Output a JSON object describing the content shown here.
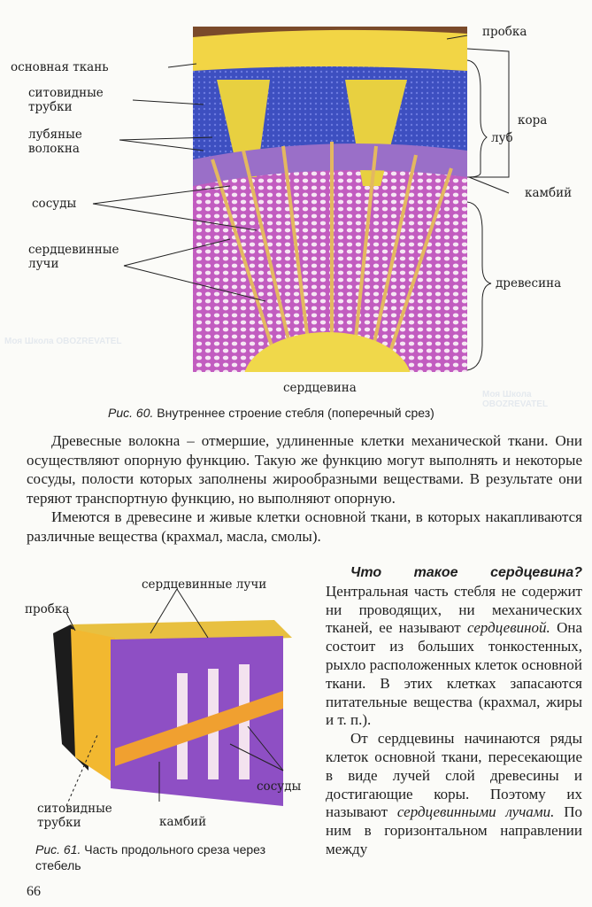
{
  "figure60": {
    "labels": {
      "probka": "пробка",
      "osnovnaya": "основная ткань",
      "sitovidnye": "ситовидные трубки",
      "lubyanye": "лубяные волокна",
      "kora": "кора",
      "lub": "луб",
      "kambiy": "камбий",
      "sosudy": "сосуды",
      "luchi": "сердцевинные лучи",
      "drevesina": "древесина",
      "serdtsevina": "сердцевина"
    },
    "caption_num": "Рис. 60.",
    "caption": " Внутреннее строение стебля (поперечный срез)"
  },
  "paragraphs": [
    "Древесные волокна – отмершие, удлиненные клетки механической ткани. Они осуществляют опорную функцию. Такую же функцию могут выполнять и некоторые сосуды, полости которых заполнены жирообразными веществами. В результате они теряют транспортную функцию, но выполняют опорную.",
    "Имеются в древесине и живые клетки основной ткани, в которых накапливаются различные вещества (крахмал, масла, смолы)."
  ],
  "figure61": {
    "labels": {
      "luchi": "сердцевинные лучи",
      "probka": "пробка",
      "sosudy": "сосуды",
      "sitovidnye": "ситовидные трубки",
      "kambiy": "камбий"
    },
    "caption_num": "Рис. 61.",
    "caption": " Часть продольного среза через стебель"
  },
  "column": {
    "heading": "Что такое сердцевина?",
    "p1_a": " Центральная часть стебля не содержит ни проводящих, ни механических тканей, ее называют ",
    "p1_term": "сердцевиной.",
    "p1_b": " Она состоит из больших тонкостенных, рыхло расположенных клеток основной ткани. В этих клетках запасаются питательные вещества (крахмал, жиры и т. п.).",
    "p2_a": "От сердцевины начинаются ряды клеток основной ткани, пересекающие в виде лучей слой древесины и достигающие коры. Поэтому их называют ",
    "p2_term": "сердцевинными лучами.",
    "p2_b": " По ним в горизонтальном направлении между"
  },
  "page_number": "66",
  "watermark": "Моя Школа  OBOZREVATEL"
}
